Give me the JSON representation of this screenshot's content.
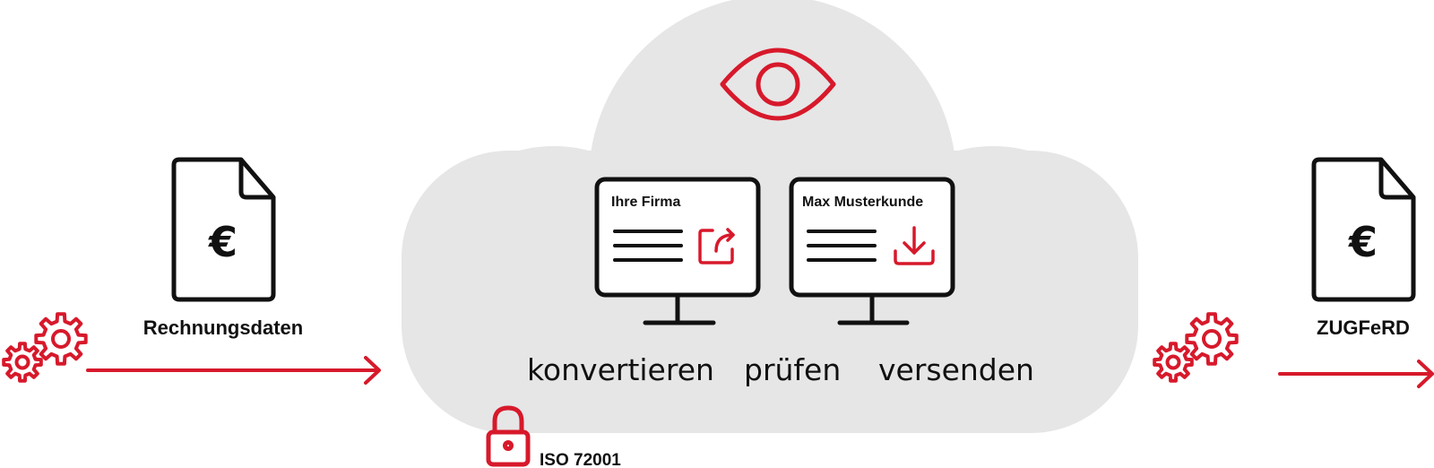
{
  "left_document": {
    "currency_symbol": "€",
    "label": "Rechnungsdaten"
  },
  "right_document": {
    "currency_symbol": "€",
    "label": "ZUGFeRD"
  },
  "monitors": [
    {
      "title": "Ihre Firma",
      "icon": "share-icon"
    },
    {
      "title": "Max Musterkunde",
      "icon": "download-icon"
    }
  ],
  "steps": [
    "konvertieren",
    "prüfen",
    "versenden"
  ],
  "security": {
    "icon": "lock-icon",
    "label": "ISO 72001"
  },
  "top_icon": "eye-icon",
  "colors": {
    "accent": "#d7192b",
    "cloud": "#e6e6e6",
    "outline": "#111111"
  }
}
